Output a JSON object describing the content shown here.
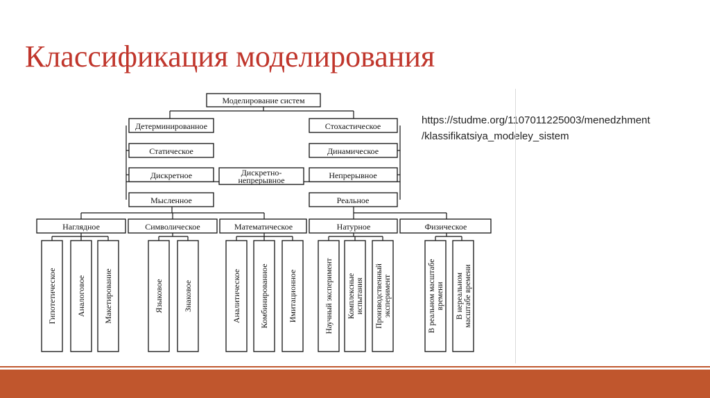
{
  "slide": {
    "title": "Классификация моделирования",
    "source_line1": "https://studme.org/1107011225003/menedzhment",
    "source_line2": "/klassifikatsiya_modeley_sistem"
  },
  "diagram": {
    "root": "Моделирование систем",
    "determined": "Детерминированное",
    "stochastic": "Стохастическое",
    "static": "Статическое",
    "dynamic": "Динамическое",
    "discrete": "Дискретное",
    "discrete_continuous_1": "Дискретно-",
    "discrete_continuous_2": "непрерывное",
    "continuous": "Непрерывное",
    "mental": "Мысленное",
    "real": "Реальное",
    "visual": "Наглядное",
    "symbolic": "Символическое",
    "mathematical": "Математическое",
    "natural": "Натурное",
    "physical": "Физическое",
    "hypothetical": "Гипотетическое",
    "analog": "Аналоговое",
    "mockup": "Макетирование",
    "linguistic": "Языковое",
    "sign": "Знаковое",
    "analytical": "Аналитическое",
    "combined": "Комбинированное",
    "simulation": "Имитационное",
    "scientific_experiment": "Научный эксперимент",
    "complex_tests_1": "Комплексные",
    "complex_tests_2": "испытания",
    "production_experiment_1": "Производственный",
    "production_experiment_2": "эксперимент",
    "real_time_1": "В реальном масштабе",
    "real_time_2": "времени",
    "non_real_time_1": "В нереальном",
    "non_real_time_2": "масштабе времени"
  }
}
